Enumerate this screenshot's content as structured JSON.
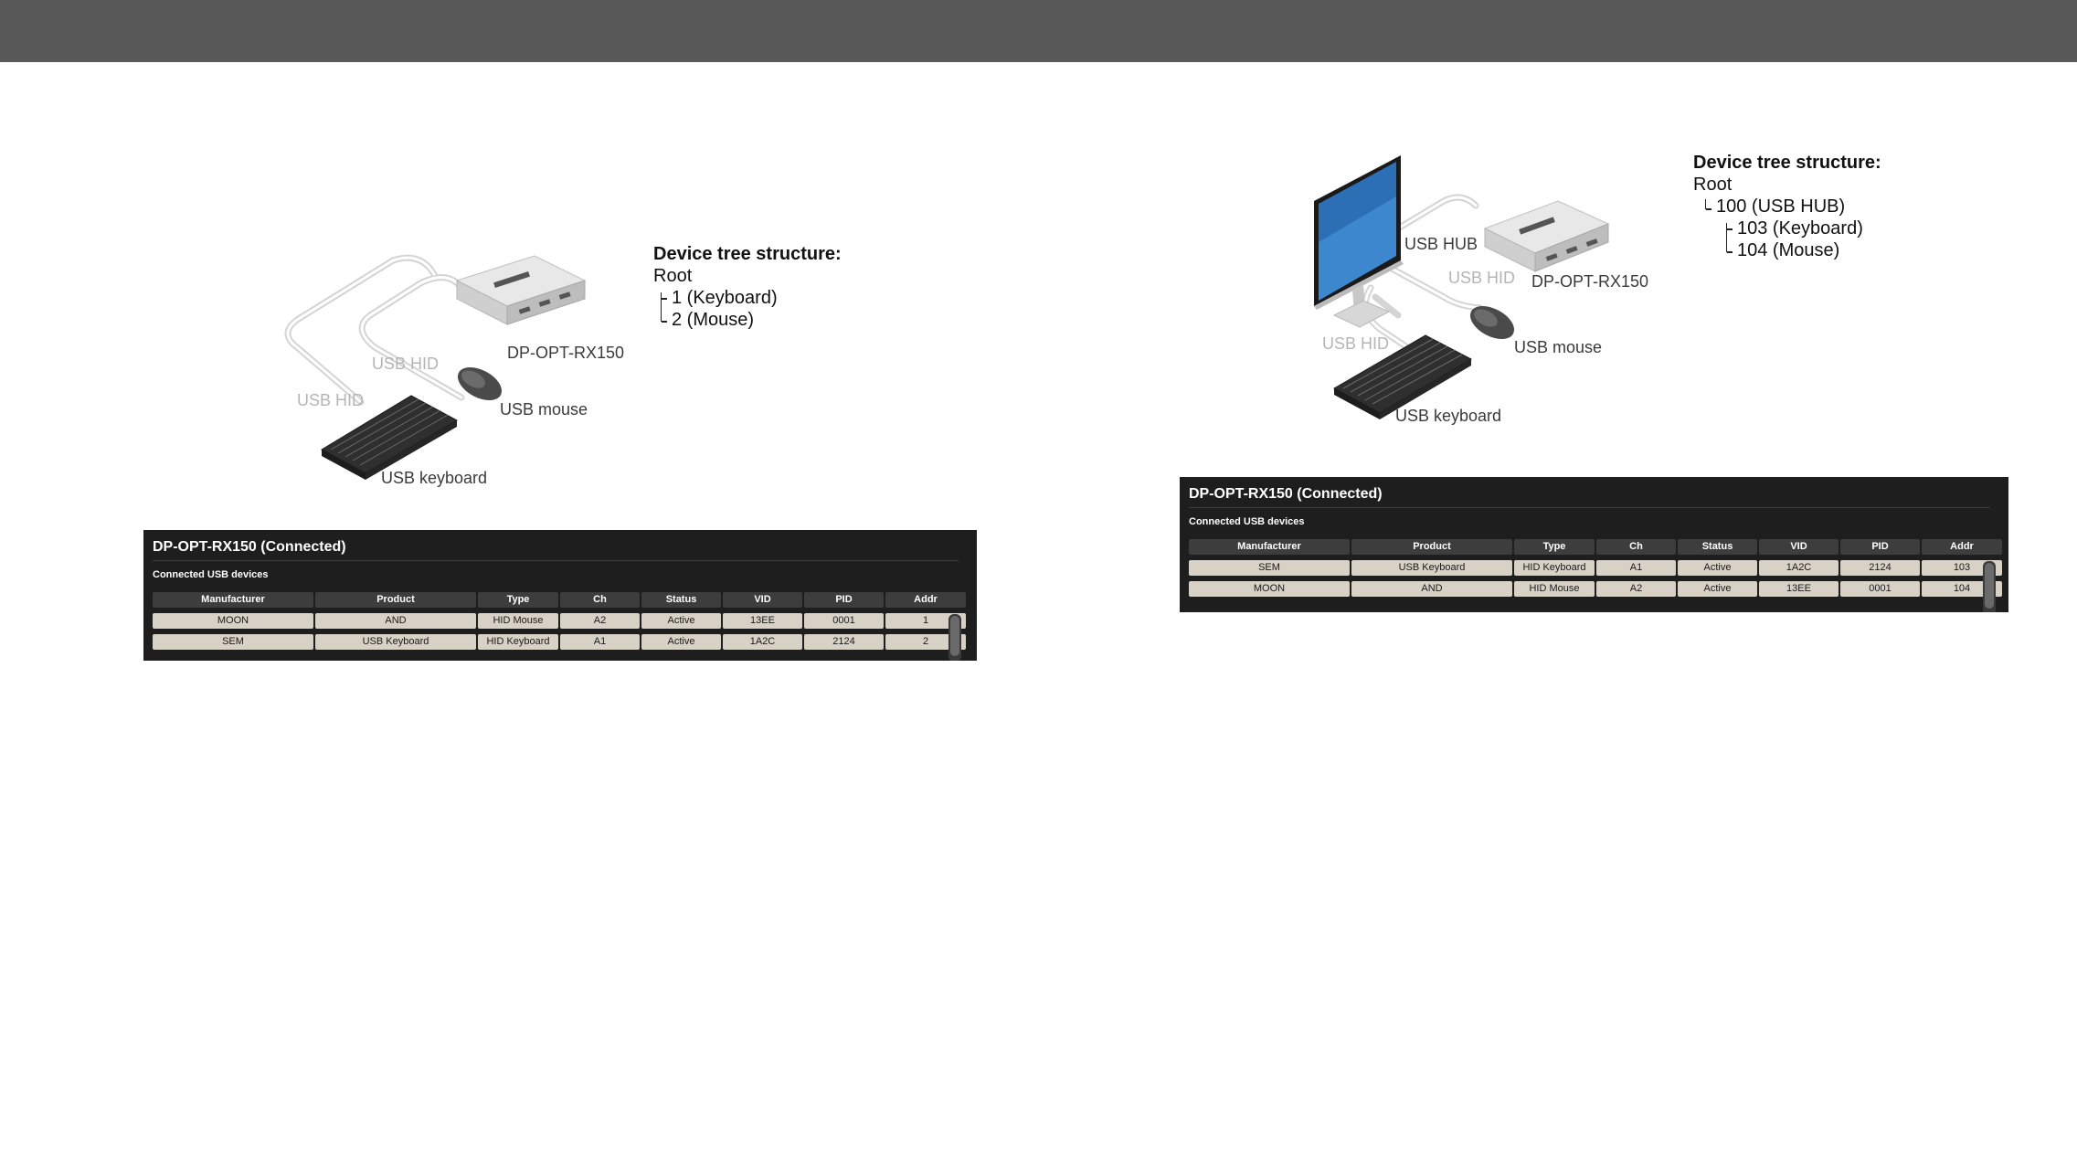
{
  "header": {
    "bar_color": "#585858"
  },
  "left": {
    "diagram_labels": {
      "receiver": "DP-OPT-RX150",
      "hid_top": "USB HID",
      "hid_bottom": "USB HID",
      "mouse": "USB mouse",
      "keyboard": "USB keyboard"
    },
    "tree": {
      "title": "Device tree structure:",
      "root": "Root",
      "items": [
        "1 (Keyboard)",
        "2 (Mouse)"
      ]
    },
    "panel": {
      "title": "DP-OPT-RX150 (Connected)",
      "subtitle": "Connected USB devices",
      "columns": [
        "Manufacturer",
        "Product",
        "Type",
        "Ch",
        "Status",
        "VID",
        "PID",
        "Addr"
      ],
      "rows": [
        [
          "MOON",
          "AND",
          "HID Mouse",
          "A2",
          "Active",
          "13EE",
          "0001",
          "1"
        ],
        [
          "SEM",
          "USB Keyboard",
          "HID Keyboard",
          "A1",
          "Active",
          "1A2C",
          "2124",
          "2"
        ]
      ]
    }
  },
  "right": {
    "diagram_labels": {
      "hub": "USB HUB",
      "hid_top": "USB HID",
      "receiver": "DP-OPT-RX150",
      "hid_bottom": "USB HID",
      "mouse": "USB mouse",
      "keyboard": "USB keyboard"
    },
    "tree": {
      "title": "Device tree structure:",
      "root": "Root",
      "hub": "100 (USB HUB)",
      "items": [
        "103 (Keyboard)",
        "104 (Mouse)"
      ]
    },
    "panel": {
      "title": "DP-OPT-RX150 (Connected)",
      "subtitle": "Connected USB devices",
      "columns": [
        "Manufacturer",
        "Product",
        "Type",
        "Ch",
        "Status",
        "VID",
        "PID",
        "Addr"
      ],
      "rows": [
        [
          "SEM",
          "USB Keyboard",
          "HID Keyboard",
          "A1",
          "Active",
          "1A2C",
          "2124",
          "103"
        ],
        [
          "MOON",
          "AND",
          "HID Mouse",
          "A2",
          "Active",
          "13EE",
          "0001",
          "104"
        ]
      ]
    }
  }
}
